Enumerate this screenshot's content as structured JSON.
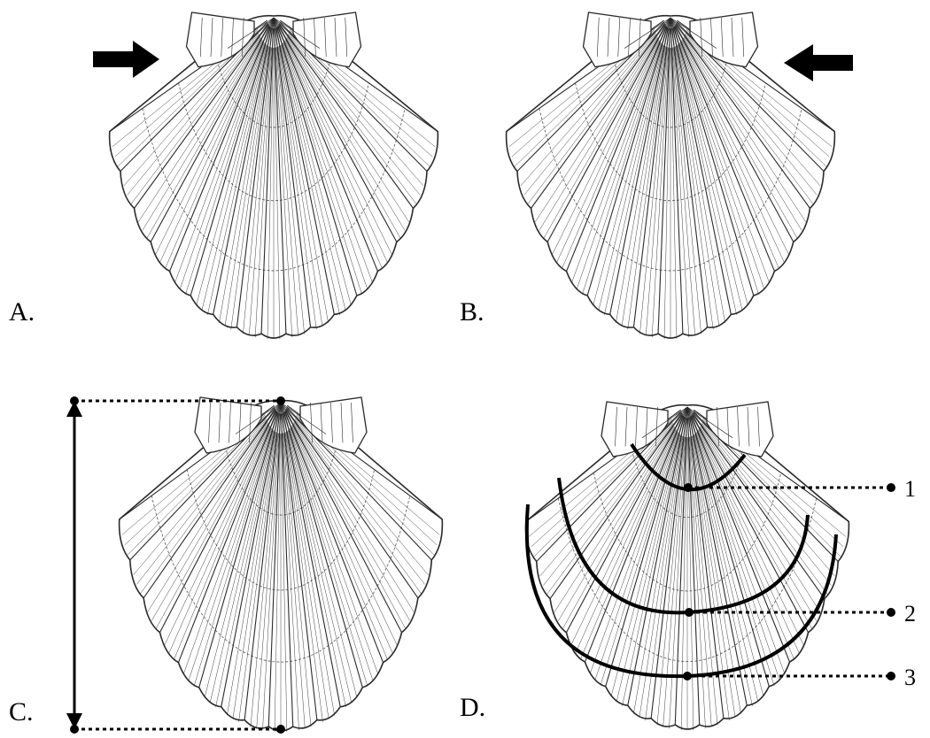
{
  "figure": {
    "panels": [
      {
        "id": "A",
        "label": "A.",
        "marker": "arrow pointing right at the left hinge ear"
      },
      {
        "id": "B",
        "label": "B.",
        "marker": "arrow pointing left at the right hinge ear"
      },
      {
        "id": "C",
        "label": "C.",
        "marker": "vertical double-headed measurement arrow (shell height)"
      },
      {
        "id": "D",
        "label": "D.",
        "marker": "three concentric growth rings with callouts"
      }
    ],
    "rings": [
      {
        "label": "1"
      },
      {
        "label": "2"
      },
      {
        "label": "3"
      }
    ]
  },
  "colors": {
    "ink": "#000000",
    "shell_line": "#2a2a2a",
    "background": "#ffffff"
  }
}
